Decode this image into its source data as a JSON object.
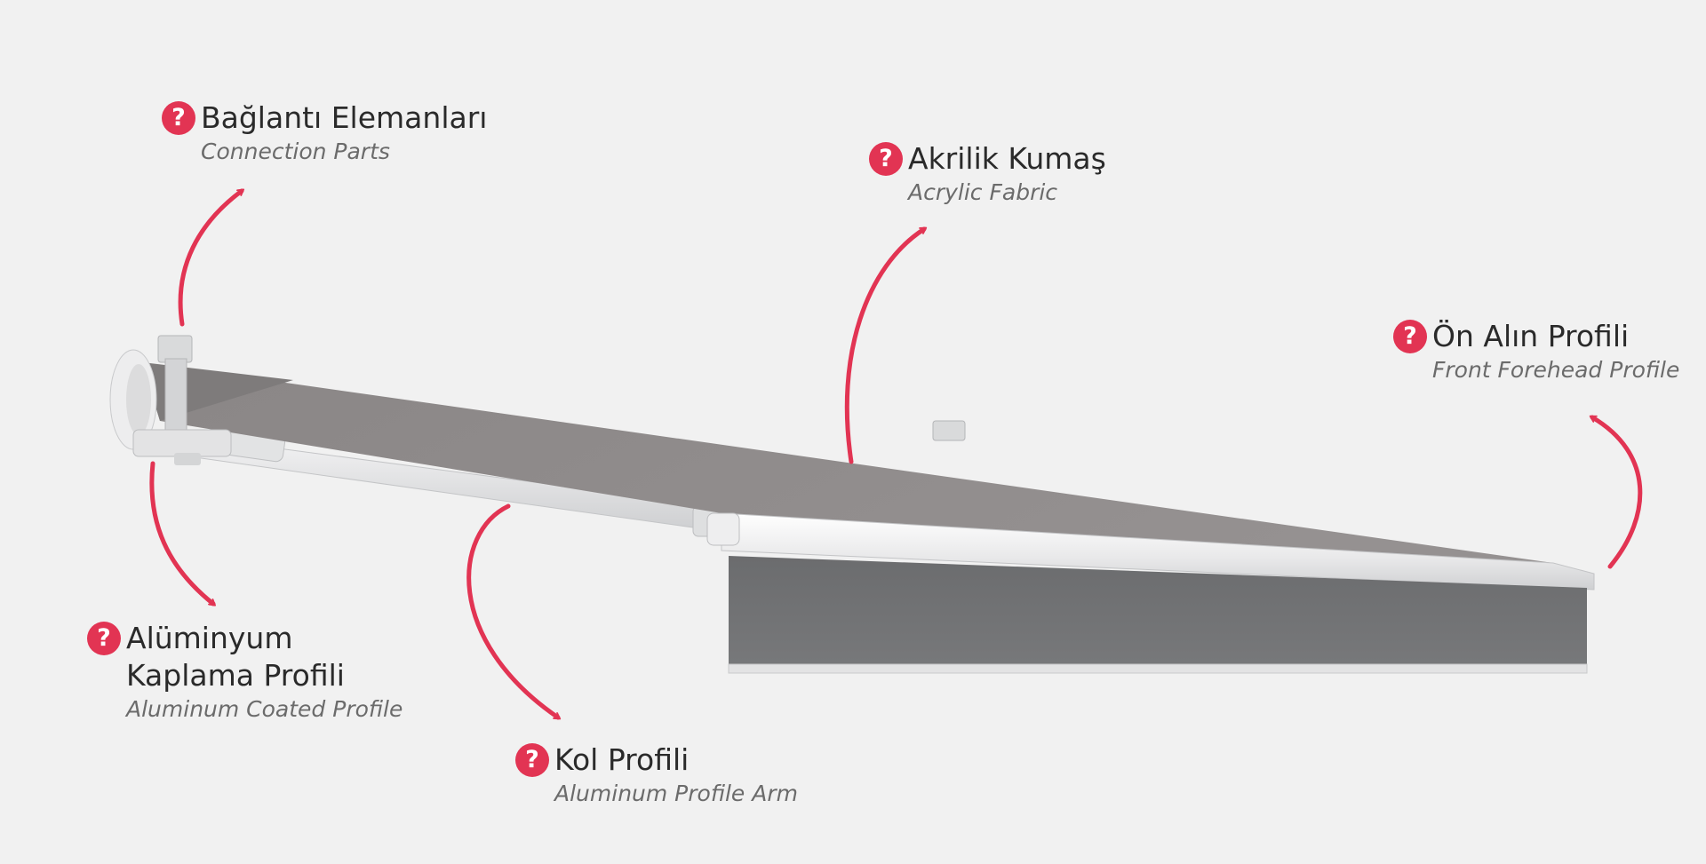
{
  "colors": {
    "accent": "#e23453",
    "background": "#f1f1f1",
    "fabric": "#8f8b8b",
    "valance": "#707173",
    "profile": "#e9e9ea",
    "title_text": "#2a2a2a",
    "subtitle_text": "#6b6b6b"
  },
  "icon": "question-mark-icon",
  "icon_glyph": "?",
  "callouts": {
    "connection_parts": {
      "title": "Bağlantı Elemanları",
      "subtitle": "Connection Parts"
    },
    "acrylic_fabric": {
      "title": "Akrilik Kumaş",
      "subtitle": "Acrylic Fabric"
    },
    "front_profile": {
      "title": "Ön Alın Profili",
      "subtitle": "Front Forehead Profile"
    },
    "coated_profile": {
      "title_line1": "Alüminyum",
      "title_line2": "Kaplama Profili",
      "subtitle": "Aluminum Coated Profile"
    },
    "arm_profile": {
      "title": "Kol Profili",
      "subtitle": "Aluminum Profile Arm"
    }
  }
}
